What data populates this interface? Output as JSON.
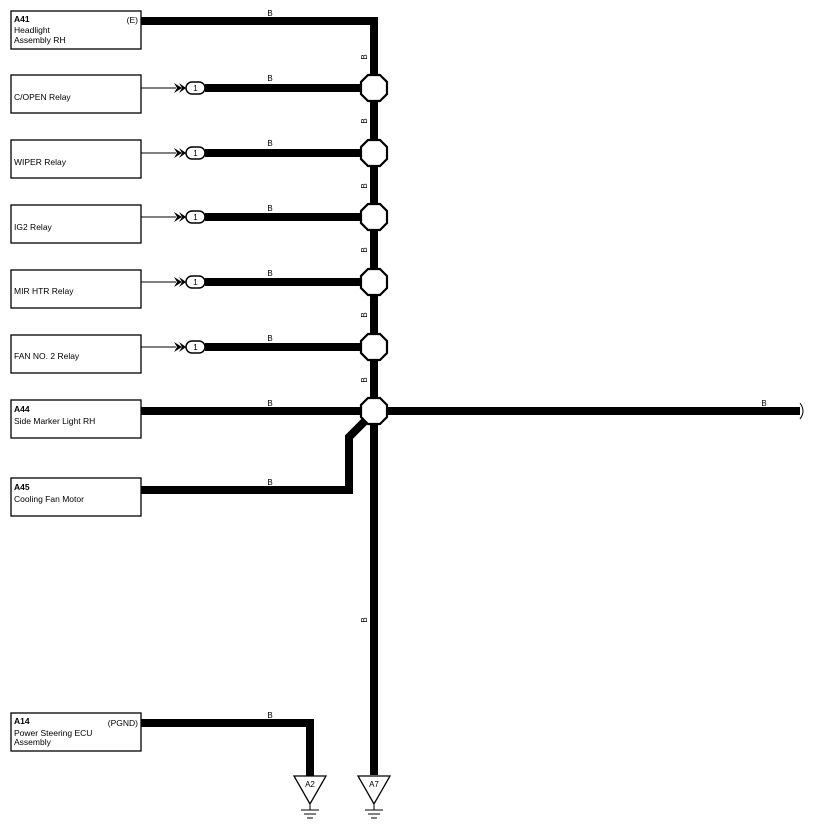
{
  "components": [
    {
      "id": "A41",
      "code": "A41",
      "lines": [
        "Headlight",
        "Assembly RH"
      ],
      "terminal": "(E)"
    },
    {
      "id": "copen",
      "code": "",
      "lines": [
        "C/OPEN Relay"
      ],
      "terminal": ""
    },
    {
      "id": "wiper",
      "code": "",
      "lines": [
        "WIPER Relay"
      ],
      "terminal": ""
    },
    {
      "id": "ig2",
      "code": "",
      "lines": [
        "IG2 Relay"
      ],
      "terminal": ""
    },
    {
      "id": "mirhtr",
      "code": "",
      "lines": [
        "MIR HTR Relay"
      ],
      "terminal": ""
    },
    {
      "id": "fan2",
      "code": "",
      "lines": [
        "FAN NO. 2 Relay"
      ],
      "terminal": ""
    },
    {
      "id": "A44",
      "code": "A44",
      "lines": [
        "Side Marker Light RH"
      ],
      "terminal": ""
    },
    {
      "id": "A45",
      "code": "A45",
      "lines": [
        "Cooling Fan Motor"
      ],
      "terminal": ""
    },
    {
      "id": "A14",
      "code": "A14",
      "lines": [
        "Power Steering ECU",
        "Assembly"
      ],
      "terminal": "(PGND)"
    }
  ],
  "connector_pin": "1",
  "wire_color": "B",
  "grounds": [
    "A2",
    "A7"
  ]
}
